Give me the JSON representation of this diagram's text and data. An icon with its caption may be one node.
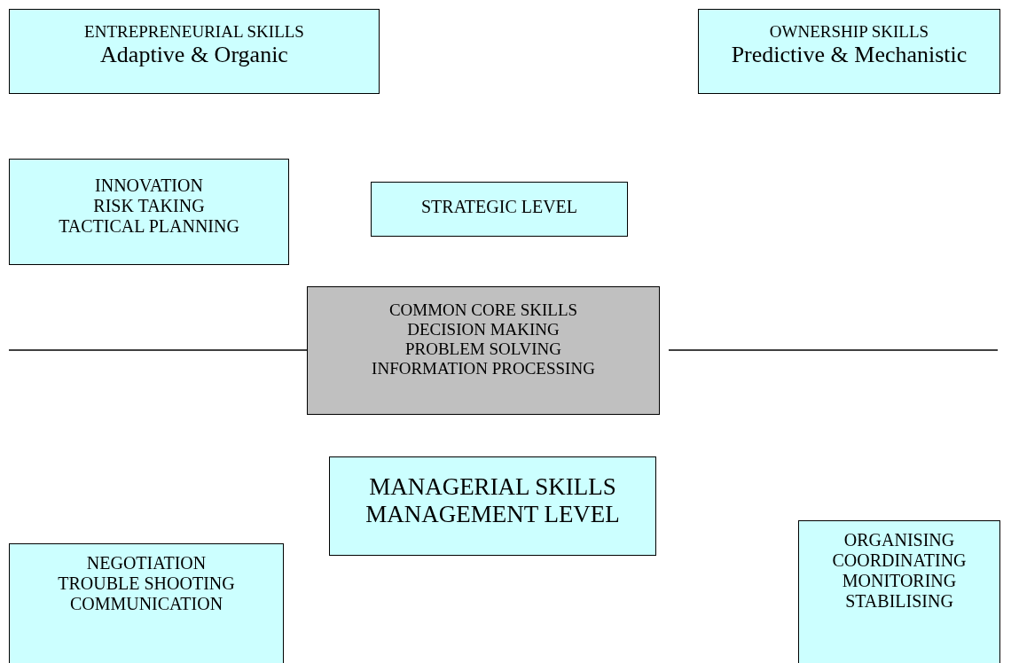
{
  "diagram": {
    "nodes": [
      {
        "text": [
          "ENTREPRENEURIAL SKILLS",
          "Adaptive & Organic"
        ]
      },
      {
        "text": [
          "OWNERSHIP SKILLS",
          "Predictive & Mechanistic"
        ]
      },
      {
        "text": [
          "INNOVATION",
          "RISK TAKING",
          "TACTICAL PLANNING"
        ]
      },
      {
        "text": [
          "STRATEGIC LEVEL"
        ]
      },
      {
        "text": [
          "COMMON CORE SKILLS",
          "DECISION MAKING",
          "PROBLEM SOLVING",
          "INFORMATION PROCESSING"
        ]
      },
      {
        "text": [
          "MANAGERIAL SKILLS",
          "MANAGEMENT LEVEL"
        ]
      },
      {
        "text": [
          "NEGOTIATION",
          "TROUBLE SHOOTING",
          "COMMUNICATION"
        ]
      },
      {
        "text": [
          "ORGANISING",
          "COORDINATING",
          "MONITORING",
          "STABILISING"
        ]
      }
    ],
    "edges": [
      {
        "from": null,
        "to": 4,
        "arrow": "none"
      },
      {
        "from": 4,
        "to": null,
        "arrow": "none"
      }
    ]
  }
}
